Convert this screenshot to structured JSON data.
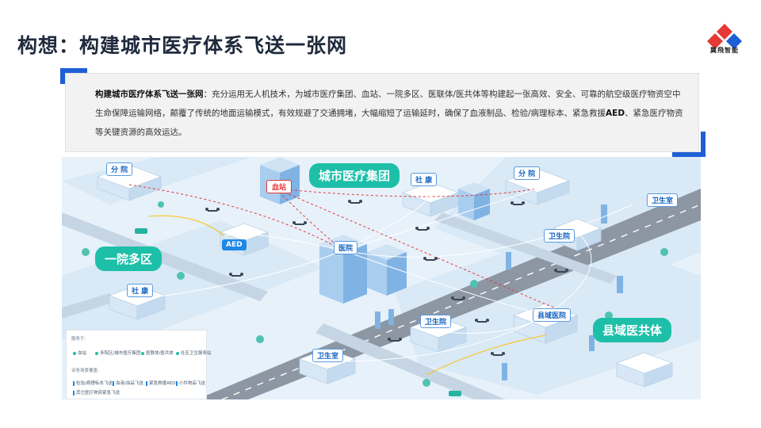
{
  "page": {
    "title": "构想：构建城市医疗体系飞送一张网",
    "logo_text": "翼飛智能",
    "brand_colors": {
      "accent_blue": "#1e5fd6",
      "accent_red": "#e53935",
      "teal": "#1dbfa8"
    }
  },
  "description": {
    "lead": "构建城市医疗体系飞送一张网",
    "body_1": "：充分运用无人机技术，为城市医疗集团、血站、一院多区、医联体/医共体等构建起一张高效、安全、可靠的航空级医疗物资空中生命保障运输网络，颠覆了传统的地面运输模式，有效规避了交通拥堵，大幅缩短了运输延时，确保了血液制品、检验/病理标本、紧急救援",
    "aed": "AED",
    "body_2": "、紧急医疗物资等关键资源的高效运达。"
  },
  "map": {
    "big_tags": {
      "city_group": "城市医疗集团",
      "one_hospital": "一院多区",
      "county": "县域医共体"
    },
    "blood_station": "血站",
    "aed": "AED",
    "labels": {
      "branch_left": "分 院",
      "branch_right": "分 院",
      "community_top": "社 康",
      "community_left": "社 康",
      "hospital": "医院",
      "clinic_right": "卫生室",
      "health_center_right": "卫生院",
      "health_center_mid": "卫生院",
      "county_hospital": "县域医院",
      "clinic_bottom": "卫生室"
    }
  },
  "legend": {
    "header_1": "服务于:",
    "row_1": [
      "血站",
      "多院区/城市医疗集团",
      "医联体/医共体",
      "社区卫生服务站"
    ],
    "header_2": "业务场景覆盖:",
    "row_2": [
      "检验/病理标本飞送",
      "血液/血品飞送",
      "紧急救援AED",
      "小件物品飞送"
    ],
    "row_3": [
      "其它医疗物资紧急飞送"
    ]
  }
}
